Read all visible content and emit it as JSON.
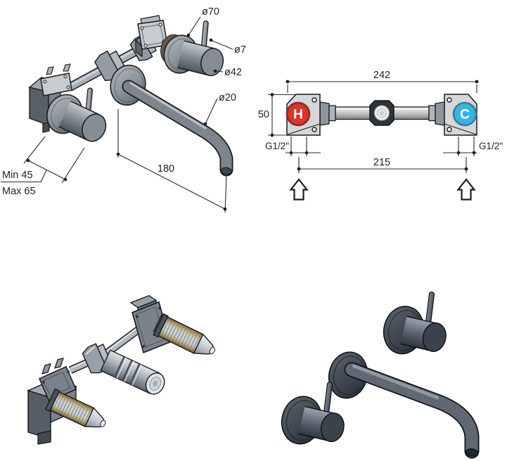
{
  "iso_view": {
    "dia70": "ø70",
    "dia7": "ø7",
    "dia42": "ø42",
    "dia20": "ø20",
    "spout_length": "180",
    "depth_min": "Min 45",
    "depth_max": "Max 65"
  },
  "schematic": {
    "overall_width": "242",
    "body_height": "50",
    "center_distance": "215",
    "thread_left": "G1/2\"",
    "thread_right": "G1/2\"",
    "hot": "H",
    "cold": "C",
    "hot_color": "#e23128",
    "cold_color": "#35b5e6"
  },
  "icons": {
    "mounting_arrow": "up-arrow",
    "hot_indicator": "red-circle-h",
    "cold_indicator": "blue-circle-c"
  }
}
